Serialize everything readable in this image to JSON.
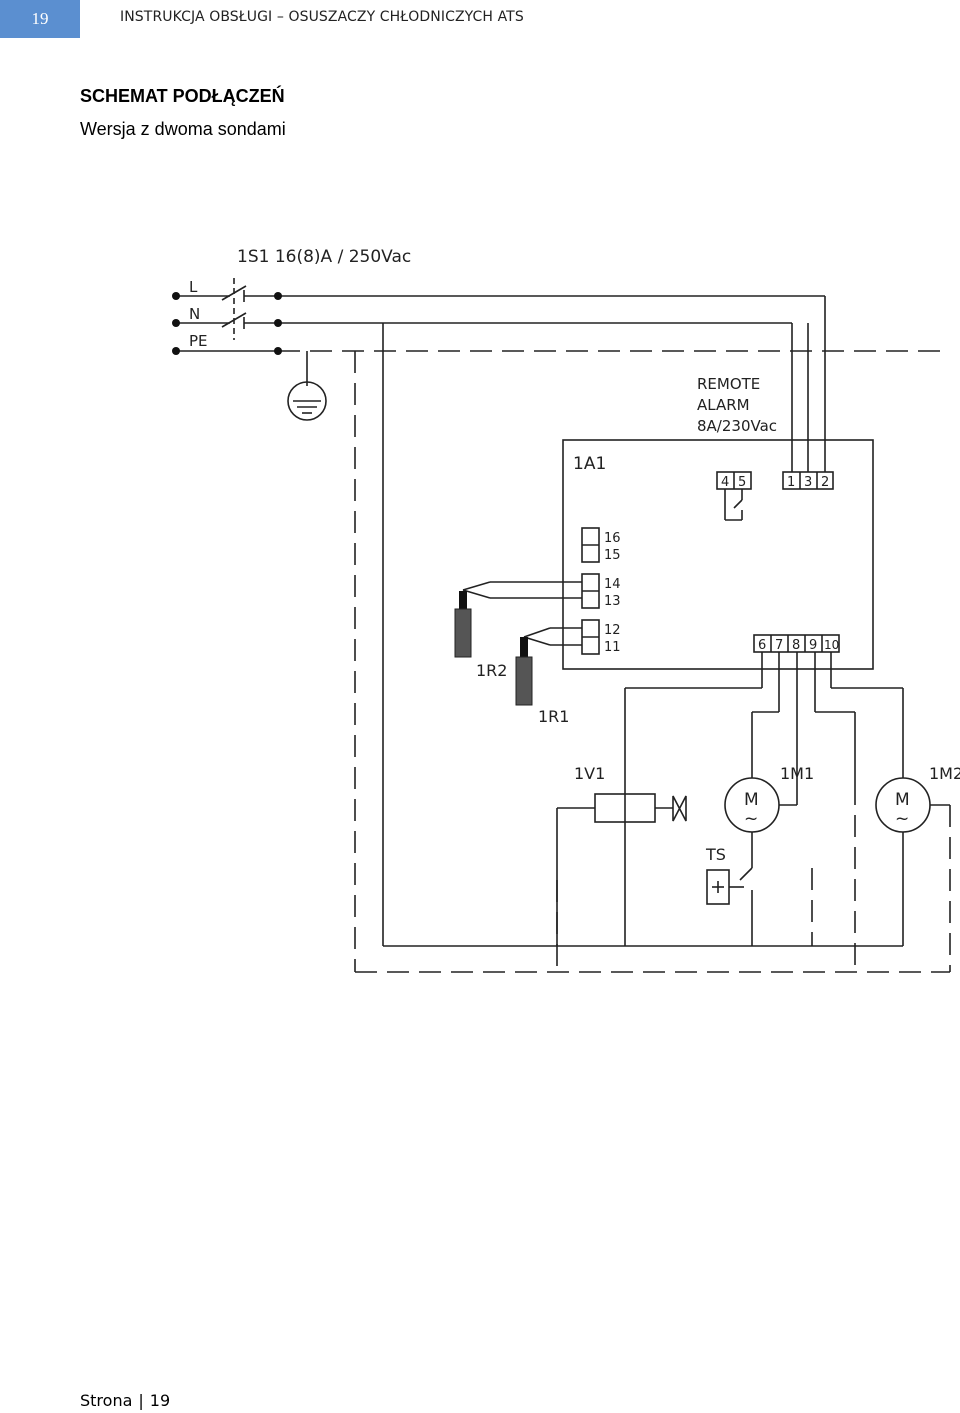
{
  "header": {
    "page_number": "19",
    "title": "INSTRUKCJA OBSŁUGI – OSUSZACZY CHŁODNICZYCH ATS"
  },
  "section": {
    "title": "SCHEMAT PODŁĄCZEŃ",
    "subtitle": "Wersja z dwoma sondami"
  },
  "diagram": {
    "switch_label": "1S1 16(8)A / 250Vac",
    "line_labels": {
      "l": "L",
      "n": "N",
      "pe": "PE"
    },
    "controller_label": "1A1",
    "remote_alarm": {
      "line1": "REMOTE",
      "line2": "ALARM",
      "line3": "8A/230Vac"
    },
    "terminals_top": [
      "4",
      "5"
    ],
    "terminals_power": [
      "1",
      "3",
      "2"
    ],
    "terminals_probe": [
      "16",
      "15",
      "14",
      "13",
      "12",
      "11"
    ],
    "terminals_output": [
      "6",
      "7",
      "8",
      "9",
      "10"
    ],
    "probe_1r2": "1R2",
    "probe_1r1": "1R1",
    "valve_label": "1V1",
    "motor1_label": "1M1",
    "motor2_label": "1M2",
    "motor_symbol": "M",
    "motor_tilde": "~",
    "thermostat_label": "TS"
  },
  "footer": {
    "label": "Strona",
    "separator": "|",
    "page": "19"
  }
}
